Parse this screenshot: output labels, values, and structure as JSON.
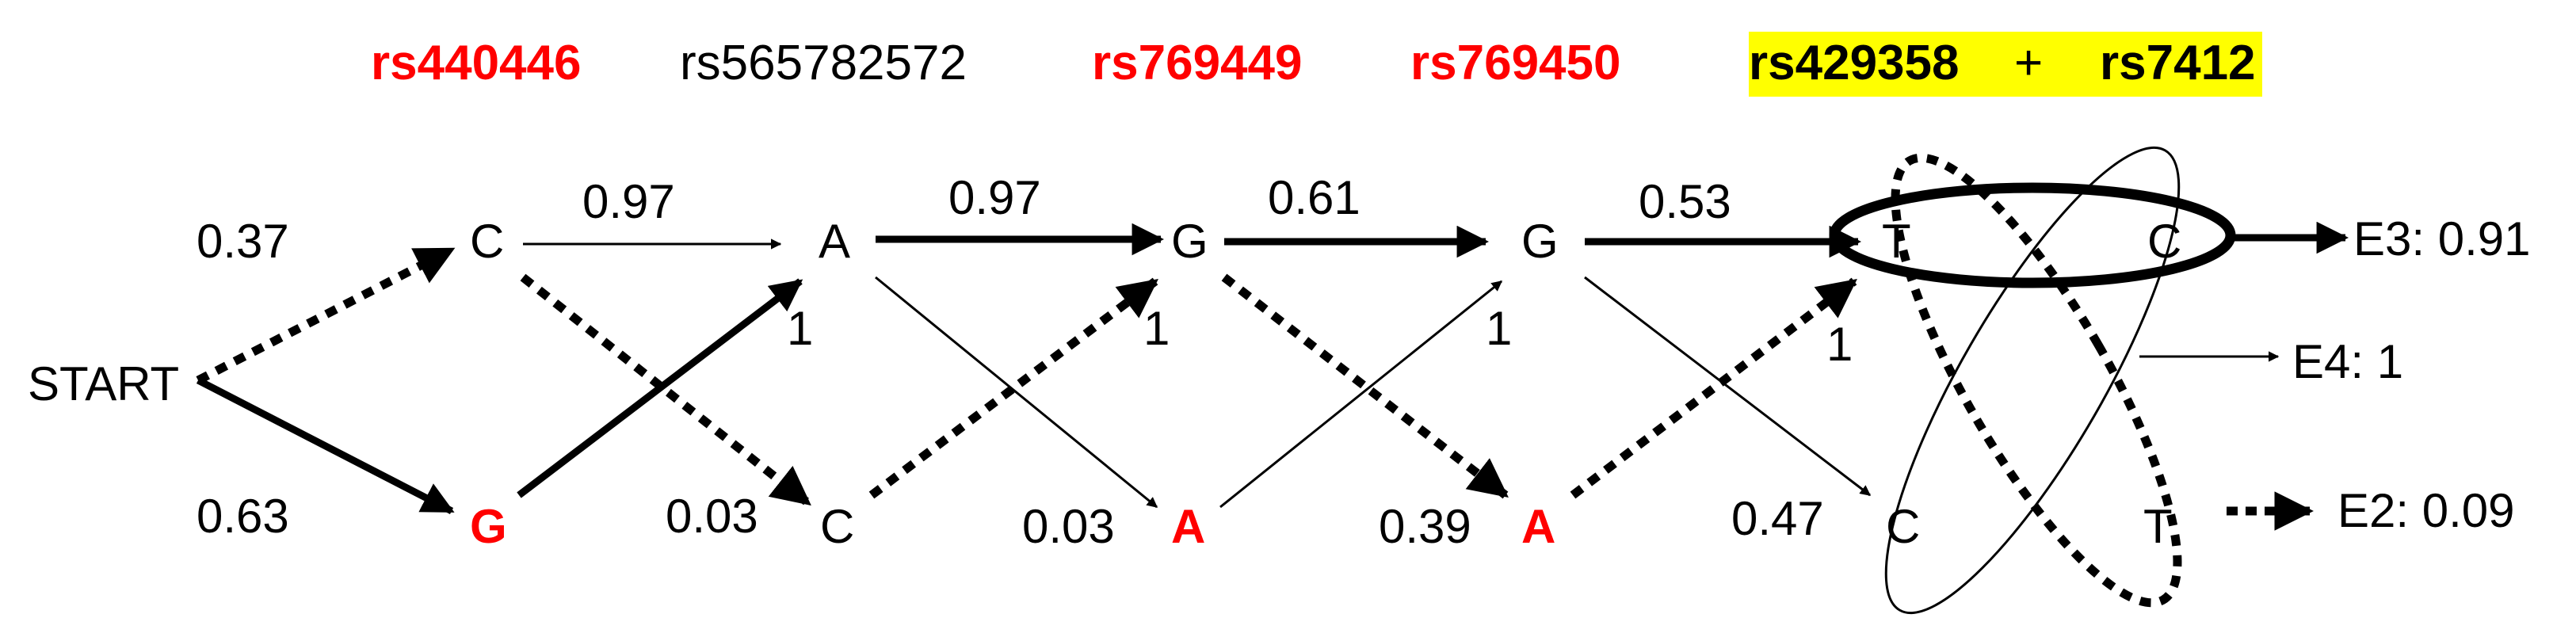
{
  "header": {
    "snp1": "rs440446",
    "snp2": "rs565782572",
    "snp3": "rs769449",
    "snp4": "rs769450",
    "snp5": "rs429358",
    "plus": "+",
    "snp6": "rs7412",
    "highlight_color": "#ffff00",
    "red_color": "#ff0000"
  },
  "nodes": {
    "start": "START",
    "c1_top": "C",
    "g1_bottom": "G",
    "a2_top": "A",
    "c2_bottom": "C",
    "g3_top": "G",
    "a3_bottom": "A",
    "g4_top": "G",
    "a4_bottom": "A",
    "t5_top": "T",
    "c6_top": "C",
    "c5_bottom": "C",
    "t6_bottom": "T"
  },
  "edge_labels": {
    "start_c": "0.37",
    "start_g": "0.63",
    "c_a": "0.97",
    "c_c": "0.03",
    "g_a": "1",
    "a_g": "0.97",
    "a_a": "0.03",
    "c_g": "1",
    "g_g": "0.61",
    "g_a3": "0.39",
    "a_g4": "1",
    "g_t": "0.53",
    "g_c": "0.47",
    "a_t": "1"
  },
  "outcomes": {
    "e3": "E3: 0.91",
    "e4": "E4: 1",
    "e2": "E2: 0.09"
  }
}
